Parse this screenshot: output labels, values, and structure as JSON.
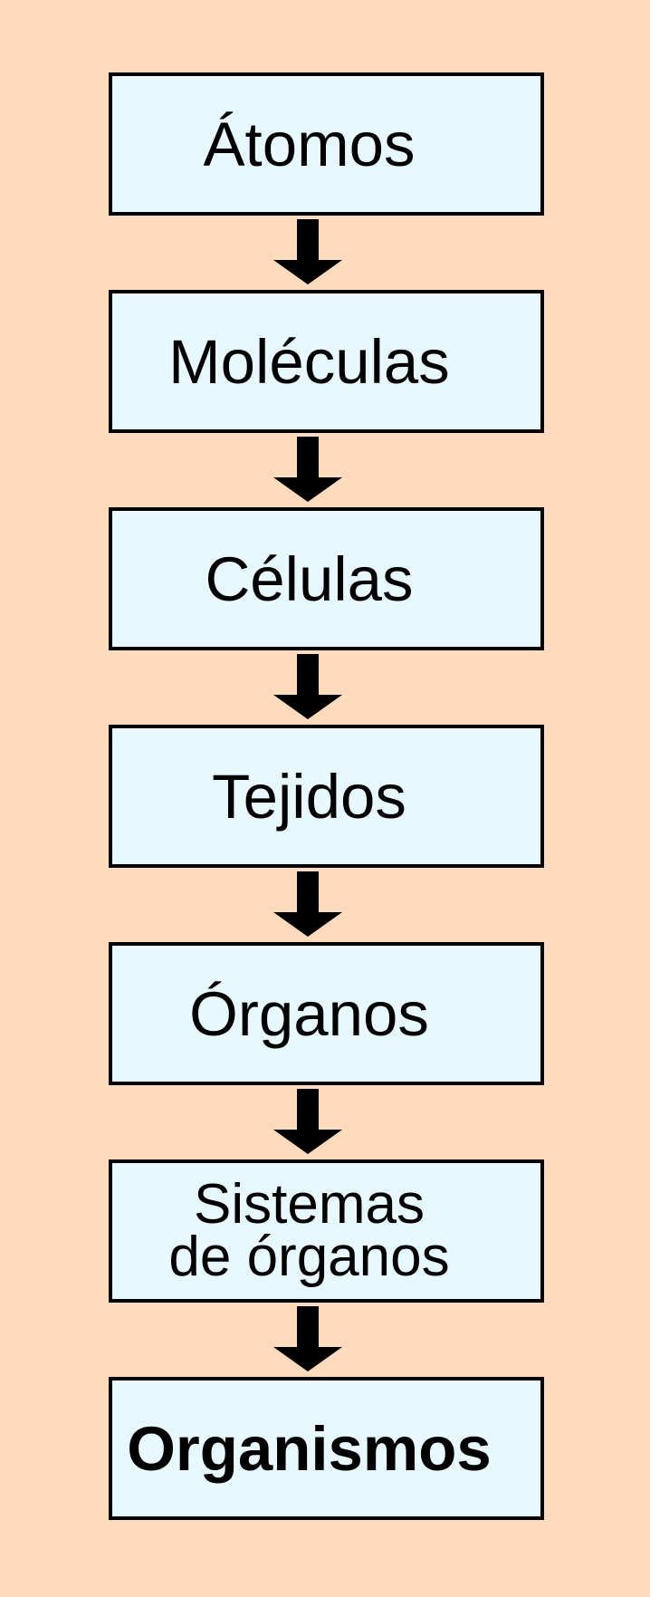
{
  "diagram": {
    "levels": [
      {
        "id": "atomos",
        "label": "Átomos"
      },
      {
        "id": "moleculas",
        "label": "Moléculas"
      },
      {
        "id": "celulas",
        "label": "Células"
      },
      {
        "id": "tejidos",
        "label": "Tejidos"
      },
      {
        "id": "organos",
        "label": "Órganos"
      },
      {
        "id": "sistemas",
        "label": "Sistemas\nde órganos"
      },
      {
        "id": "organismos",
        "label": "Organismos"
      }
    ]
  }
}
